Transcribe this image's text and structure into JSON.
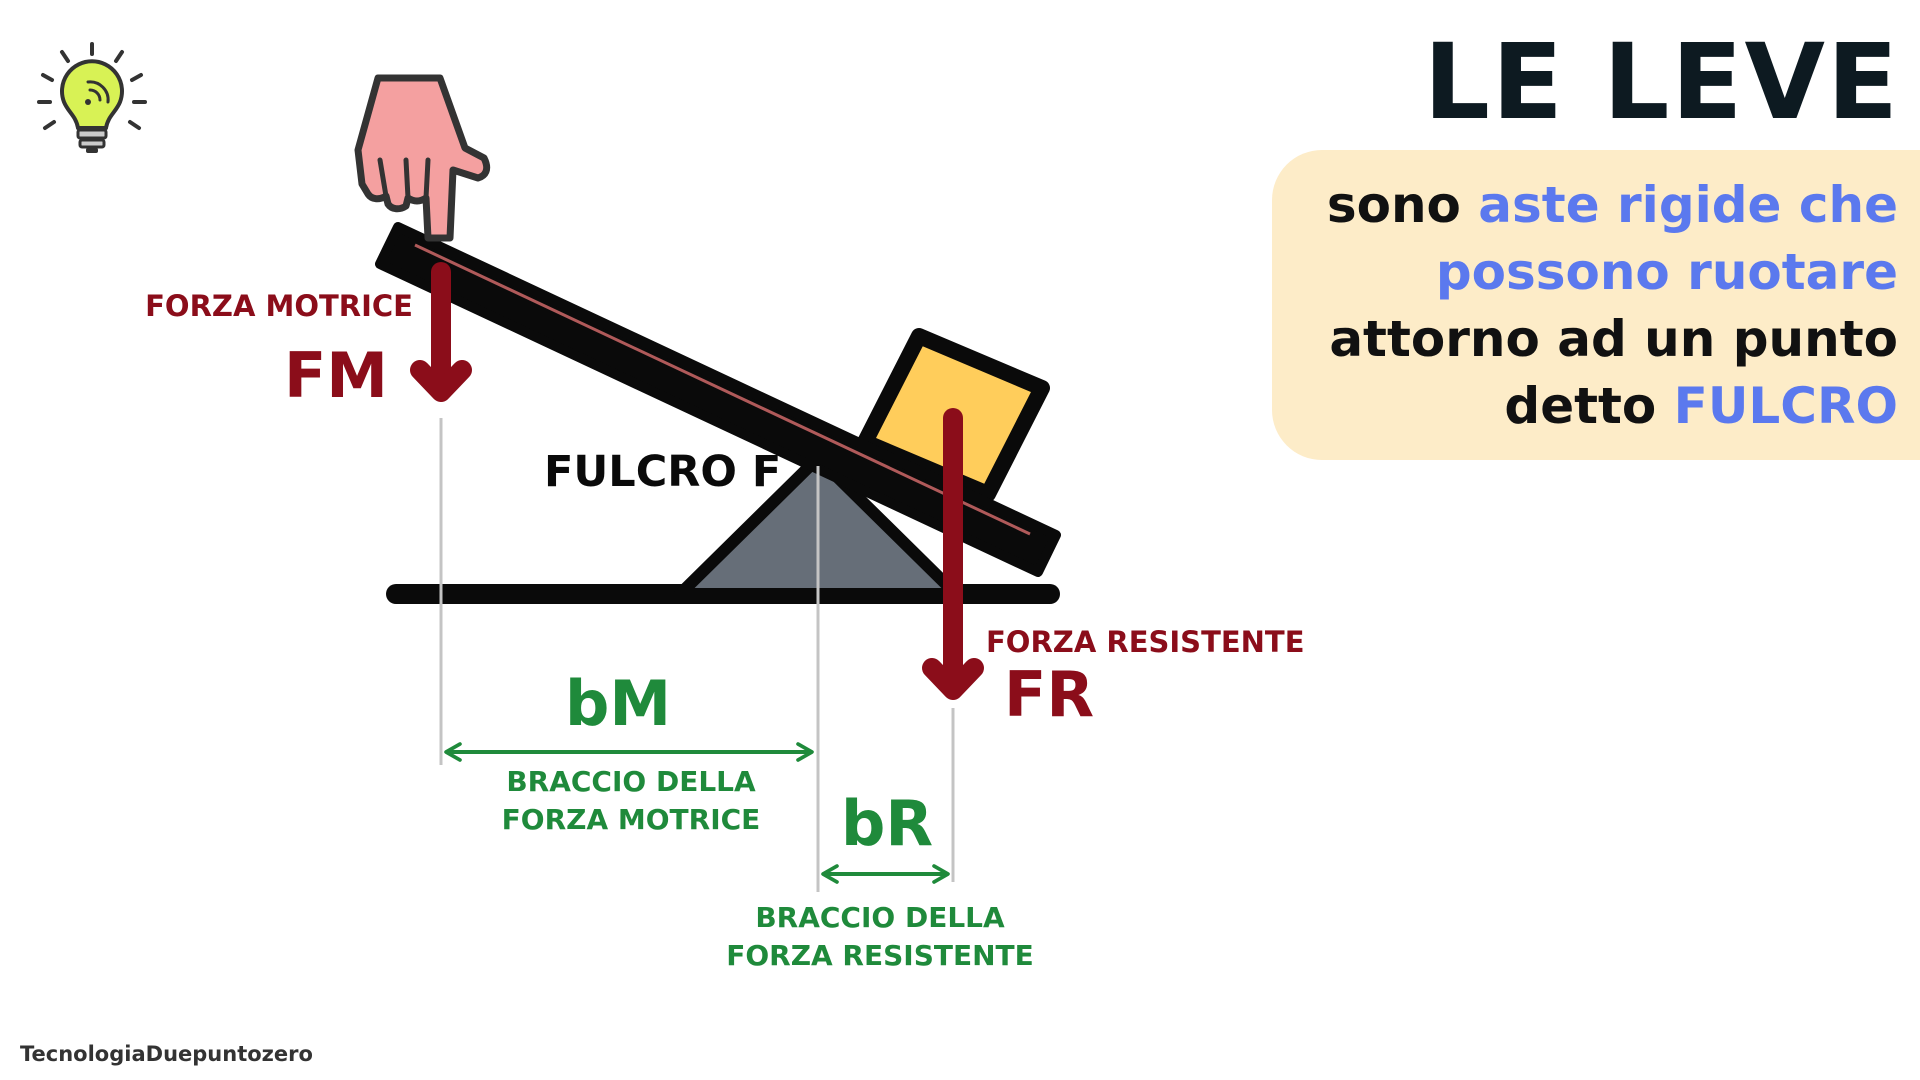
{
  "header": {
    "title": "LE LEVE",
    "definition": {
      "part1": "sono ",
      "highlight1": "aste rigide che possono ruotare",
      "part2": " attorno ad un punto detto ",
      "highlight2": "FULCRO"
    }
  },
  "diagram": {
    "fulcrum_label": "FULCRO F",
    "motive_force": {
      "label": "FORZA MOTRICE",
      "symbol": "FM"
    },
    "resistant_force": {
      "label": "FORZA RESISTENTE",
      "symbol": "FR"
    },
    "motive_arm": {
      "symbol": "bM",
      "label_line1": "BRACCIO DELLA",
      "label_line2": "FORZA MOTRICE"
    },
    "resistant_arm": {
      "symbol": "bR",
      "label_line1": "BRACCIO DELLA",
      "label_line2": "FORZA RESISTENTE"
    }
  },
  "footer": {
    "brand": "TecnologiaDuepuntozero"
  },
  "colors": {
    "force": "#8b0d1a",
    "arm": "#1f8a3b",
    "fulcrum": "#666e78",
    "weight": "#ffcd5b",
    "hand": "#f4a0a0",
    "highlight": "#5b79ee",
    "definition_bg": "#fdecc8",
    "bulb": "#d8f255"
  },
  "icons": [
    "lightbulb-icon",
    "pointing-hand-icon"
  ]
}
